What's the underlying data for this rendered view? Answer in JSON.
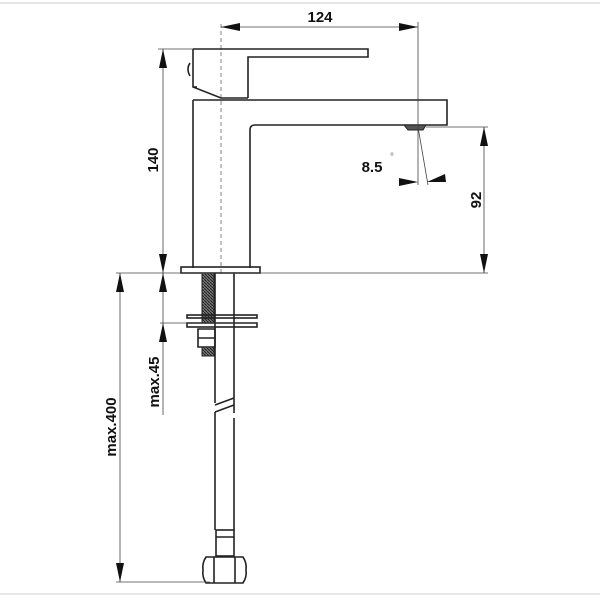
{
  "drawing": {
    "title_hidden": "",
    "dimensions": {
      "spout_reach": "124",
      "total_height": "140",
      "spout_height": "92",
      "spout_angle": "8.5",
      "degree_symbol": "°",
      "max_counter_thickness": "max.45",
      "max_hose_length": "max.400"
    },
    "colors": {
      "line": "#222222",
      "background": "#ffffff"
    }
  }
}
